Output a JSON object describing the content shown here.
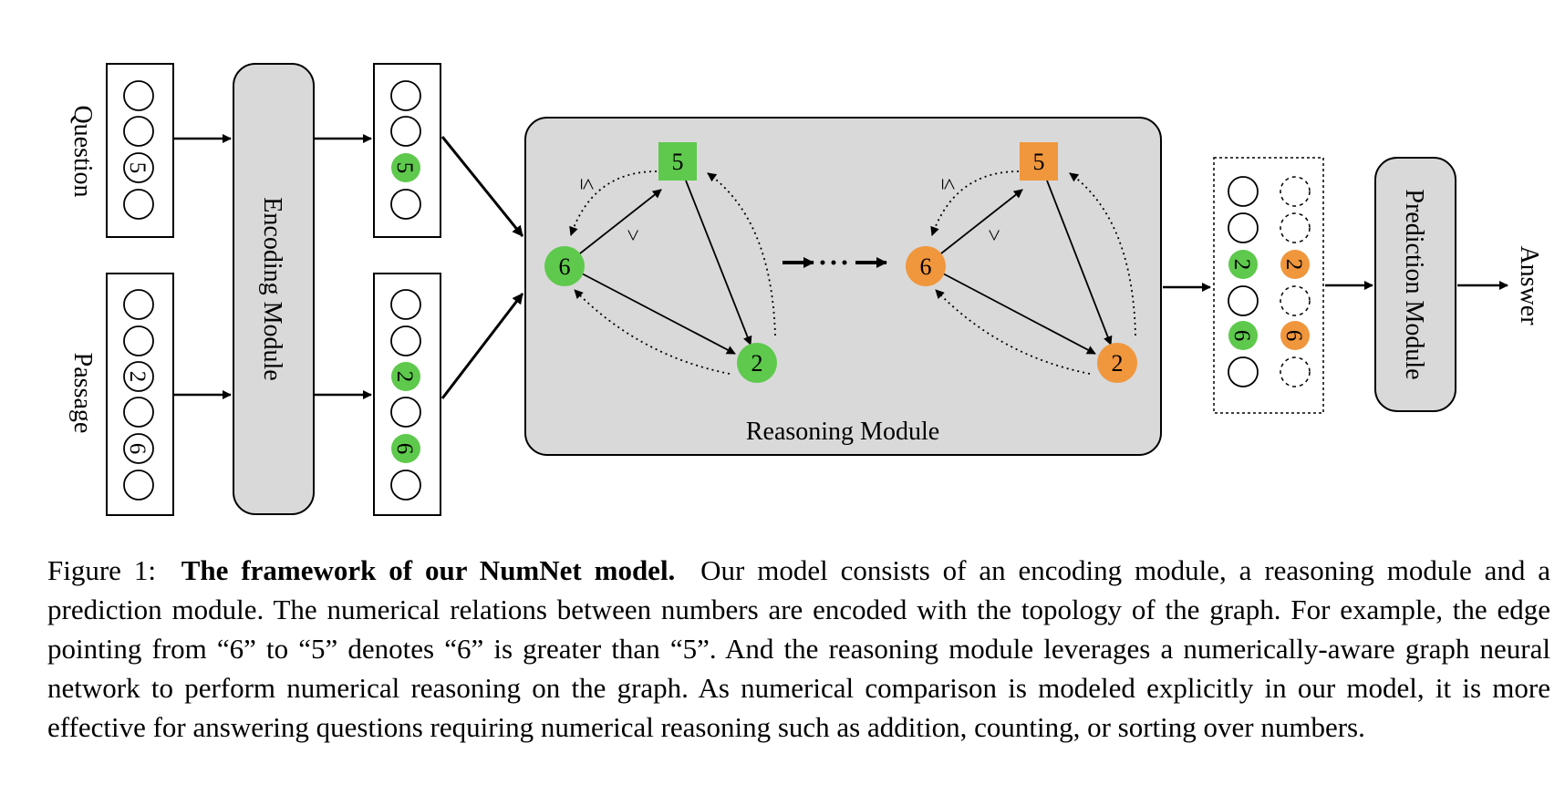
{
  "diagram": {
    "inputs": {
      "question_label": "Question",
      "passage_label": "Passage"
    },
    "modules": {
      "encoding": "Encoding Module",
      "reasoning": "Reasoning Module",
      "prediction": "Prediction Module"
    },
    "output_label": "Answer",
    "question_tokens": [
      "",
      "",
      "5",
      ""
    ],
    "passage_tokens": [
      "",
      "",
      "2",
      "",
      "6",
      ""
    ],
    "graph": {
      "nodes": [
        "6",
        "5",
        "2"
      ],
      "edge_labels": {
        "le": "≤",
        "gt": ">"
      }
    },
    "colors": {
      "number_green": "#5ec94c",
      "number_orange": "#f0963c",
      "module_fill": "#d9d9d9"
    }
  },
  "caption": {
    "prefix": "Figure 1:",
    "title": "The framework of our NumNet model.",
    "body": "Our model consists of an encoding module, a reasoning module and a prediction module. The numerical relations between numbers are encoded with the topology of the graph. For example, the edge pointing from “6” to “5” denotes “6” is greater than “5”. And the reasoning module leverages a numerically-aware graph neural network to perform numerical reasoning on the graph. As numerical comparison is modeled explicitly in our model, it is more effective for answering questions requiring numerical reasoning such as addition, counting, or sorting over numbers."
  }
}
